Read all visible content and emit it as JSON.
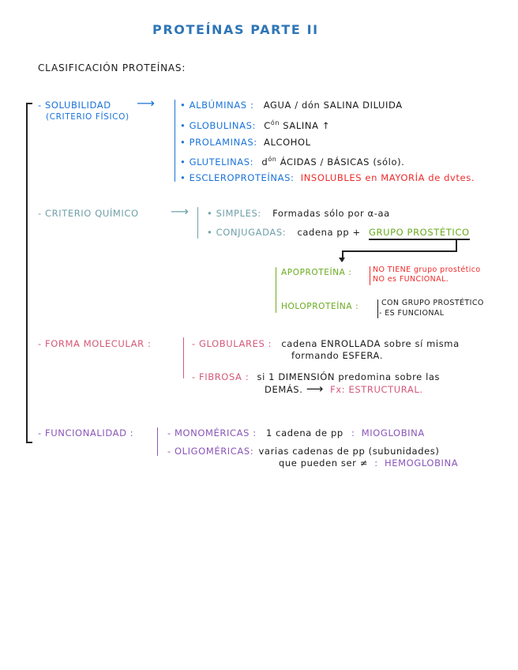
{
  "title": "PROTEÍNAS PARTE II",
  "subtitle": "CLASIFICACIÓN PROTEÍNAS:",
  "colors": {
    "title": "#2e75b6",
    "solubilidad": "#1a73d9",
    "quimico": "#6fa0a8",
    "forma": "#d4587a",
    "funcionalidad": "#8a55b8",
    "grupo_prostetico": "#6aab1f",
    "warning": "#f02a2a",
    "text": "#1a1a1a"
  },
  "solubilidad": {
    "label_line1": "- SOLUBILIDAD",
    "label_line2": "(CRITERIO FÍSICO)",
    "arrow": "⟶",
    "items": [
      {
        "term": "• ALBÚMINAS :",
        "desc": "AGUA / dón SALINA DILUIDA"
      },
      {
        "term": "• GLOBULINAS:",
        "desc_pre": "C",
        "desc_sup": "ón",
        "desc": " SALINA ↑"
      },
      {
        "term": "• PROLAMINAS:",
        "desc": "ALCOHOL"
      },
      {
        "term": "• GLUTELINAS:",
        "desc_pre": "d",
        "desc_sup": "ón",
        "desc": " ÁCIDAS / BÁSICAS  (sólo)."
      },
      {
        "term": "• ESCLEROPROTEÍNAS:",
        "desc": "INSOLUBLES en MAYORÍA de dvtes."
      }
    ]
  },
  "quimico": {
    "label": "- CRITERIO QUÍMICO",
    "arrow": "⟶",
    "items": [
      {
        "term": "• SIMPLES:",
        "desc": "Formadas sólo por α-aa"
      },
      {
        "term": "• CONJUGADAS:",
        "desc": "cadena pp +",
        "highlight": "GRUPO PROSTÉTICO"
      }
    ],
    "sub": {
      "apoproteina": {
        "term": "APOPROTEÍNA :",
        "line1": "NO TIENE grupo prostético",
        "line2": "NO es FUNCIONAL."
      },
      "holoproteina": {
        "term": "HOLOPROTEÍNA :",
        "line1": "CON GRUPO PROSTÉTICO",
        "line2": "- ES FUNCIONAL"
      }
    }
  },
  "forma": {
    "label": "- FORMA MOLECULAR :",
    "items": [
      {
        "term": "- GLOBULARES :",
        "line1": "cadena ENROLLADA sobre sí misma",
        "line2": "formando ESFERA."
      },
      {
        "term": "- FIBROSA :",
        "line1": "si 1 DIMENSIÓN predomina sobre las",
        "line2_pre": "DEMÁS.",
        "arrow": "⟶",
        "line2_post": "Fx: ESTRUCTURAL."
      }
    ]
  },
  "funcionalidad": {
    "label": "- FUNCIONALIDAD :",
    "items": [
      {
        "term": "- MONOMÉRICAS :",
        "desc": "1 cadena de pp",
        "sep": ":",
        "example": "MIOGLOBINA"
      },
      {
        "term": "- OLIGOMÉRICAS:",
        "line1": "varias cadenas de pp (subunidades)",
        "line2": "que pueden ser ≠",
        "sep": ":",
        "example": "HEMOGLOBINA"
      }
    ]
  }
}
